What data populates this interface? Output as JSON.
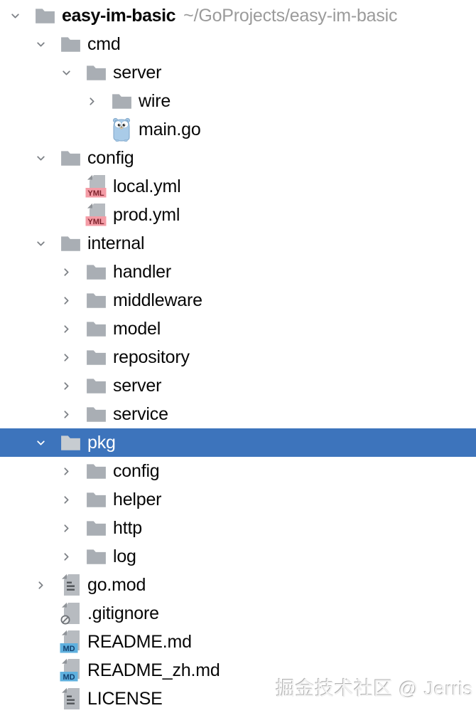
{
  "panel": "project-tree",
  "root_path": "~/GoProjects/easy-im-basic",
  "watermark": "掘金技术社区 @ Jerris",
  "colors": {
    "selection_background": "#3d74bc",
    "selected_text": "#ffffff",
    "label_text": "#070707",
    "path_hint_text": "#9b9b9b",
    "chevron": "#7e8287",
    "folder_icon": "#a9aeb4",
    "yaml_badge_background": "#f49ca6",
    "yaml_badge_text": "#7e232c",
    "markdown_badge_background": "#5fb0de",
    "markdown_badge_text": "#123f6e",
    "gopher_body": "#a9cbe8"
  },
  "tree": {
    "rows": [
      {
        "label": "easy-im-basic",
        "hint": "~/GoProjects/easy-im-basic",
        "level": 0,
        "icon": "folder",
        "chevron": "expanded",
        "bold": true,
        "selected": false
      },
      {
        "label": "cmd",
        "level": 1,
        "icon": "folder",
        "chevron": "expanded",
        "selected": false
      },
      {
        "label": "server",
        "level": 2,
        "icon": "folder",
        "chevron": "expanded",
        "selected": false
      },
      {
        "label": "wire",
        "level": 3,
        "icon": "folder",
        "chevron": "collapsed",
        "selected": false
      },
      {
        "label": "main.go",
        "level": 3,
        "icon": "go",
        "chevron": "none",
        "selected": false
      },
      {
        "label": "config",
        "level": 1,
        "icon": "folder",
        "chevron": "expanded",
        "selected": false
      },
      {
        "label": "local.yml",
        "level": 2,
        "icon": "yml",
        "chevron": "none",
        "selected": false
      },
      {
        "label": "prod.yml",
        "level": 2,
        "icon": "yml",
        "chevron": "none",
        "selected": false
      },
      {
        "label": "internal",
        "level": 1,
        "icon": "folder",
        "chevron": "expanded",
        "selected": false
      },
      {
        "label": "handler",
        "level": 2,
        "icon": "folder",
        "chevron": "collapsed",
        "selected": false
      },
      {
        "label": "middleware",
        "level": 2,
        "icon": "folder",
        "chevron": "collapsed",
        "selected": false
      },
      {
        "label": "model",
        "level": 2,
        "icon": "folder",
        "chevron": "collapsed",
        "selected": false
      },
      {
        "label": "repository",
        "level": 2,
        "icon": "folder",
        "chevron": "collapsed",
        "selected": false
      },
      {
        "label": "server",
        "level": 2,
        "icon": "folder",
        "chevron": "collapsed",
        "selected": false
      },
      {
        "label": "service",
        "level": 2,
        "icon": "folder",
        "chevron": "collapsed",
        "selected": false
      },
      {
        "label": "pkg",
        "level": 1,
        "icon": "folder",
        "chevron": "expanded",
        "selected": true
      },
      {
        "label": "config",
        "level": 2,
        "icon": "folder",
        "chevron": "collapsed",
        "selected": false
      },
      {
        "label": "helper",
        "level": 2,
        "icon": "folder",
        "chevron": "collapsed",
        "selected": false
      },
      {
        "label": "http",
        "level": 2,
        "icon": "folder",
        "chevron": "collapsed",
        "selected": false
      },
      {
        "label": "log",
        "level": 2,
        "icon": "folder",
        "chevron": "collapsed",
        "selected": false
      },
      {
        "label": "go.mod",
        "level": 1,
        "icon": "text",
        "chevron": "collapsed",
        "selected": false
      },
      {
        "label": ".gitignore",
        "level": 1,
        "icon": "ignored",
        "chevron": "none",
        "selected": false
      },
      {
        "label": "README.md",
        "level": 1,
        "icon": "md",
        "chevron": "none",
        "selected": false
      },
      {
        "label": "README_zh.md",
        "level": 1,
        "icon": "md",
        "chevron": "none",
        "selected": false
      },
      {
        "label": "LICENSE",
        "level": 1,
        "icon": "text",
        "chevron": "none",
        "selected": false
      }
    ]
  }
}
